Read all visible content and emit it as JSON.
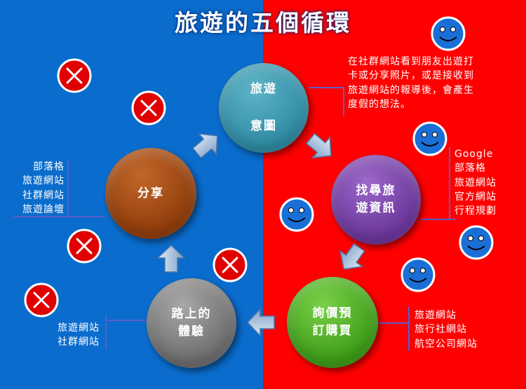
{
  "title": "旅遊的五個循環",
  "colors": {
    "left_bg": "#0a6ccc",
    "right_bg": "#ff0000",
    "smiley": "#1a6fd6",
    "cross": "#e00000",
    "arrow": "#8cb0d8"
  },
  "nodes": [
    {
      "line1": "旅遊",
      "line2": "意圖"
    },
    {
      "line1": "找尋旅",
      "line2": "遊資訊"
    },
    {
      "line1": "詢價預",
      "line2": "訂購買"
    },
    {
      "line1": "路上的",
      "line2": "體驗"
    },
    {
      "line1": "分享"
    }
  ],
  "notes": {
    "intent": [
      "在社群網站看到朋友出遊打",
      "卡或分享照片，或是接收到",
      "旅遊網站的報導後，會產生",
      "度假的想法。"
    ],
    "search": [
      "Google",
      "部落格",
      "旅遊網站",
      "官方網站",
      "行程規劃"
    ],
    "booking": [
      "旅遊網站",
      "旅行社網站",
      "航空公司網站"
    ],
    "experience": [
      "旅遊網站",
      "社群網站"
    ],
    "share": [
      "部落格",
      "旅遊網站",
      "社群網站",
      "旅遊論壇"
    ]
  },
  "icons": {
    "smiley": "smiley-face-icon",
    "cross": "cross-mark-icon"
  }
}
